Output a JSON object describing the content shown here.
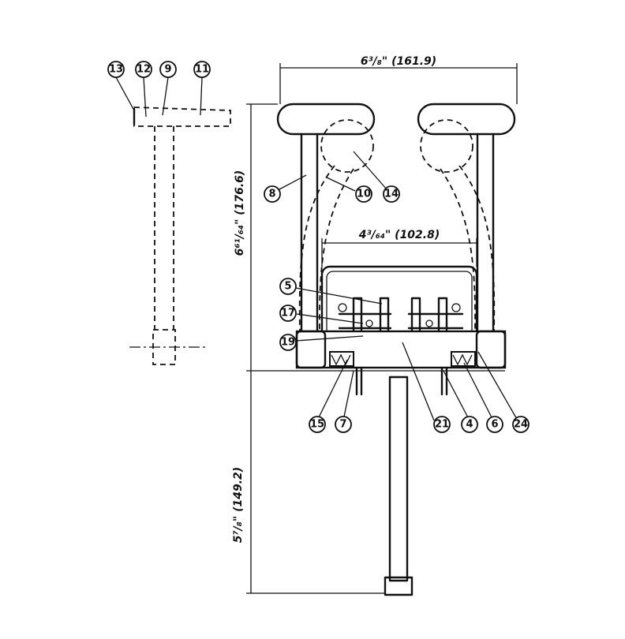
{
  "dimensions": {
    "top_width": "6³/₈\" (161.9)",
    "inner_width": "4³/₆₄\" (102.8)",
    "upper_height": "6⁶¹/₆₄\" (176.6)",
    "lower_height": "5⁷/₈\" (149.2)"
  },
  "callouts": {
    "c13": "13",
    "c12": "12",
    "c9": "9",
    "c11": "11",
    "c8": "8",
    "c10": "10",
    "c14": "14",
    "c5": "5",
    "c17": "17",
    "c19": "19",
    "c15": "15",
    "c7": "7",
    "c21": "21",
    "c4": "4",
    "c6": "6",
    "c24": "24"
  }
}
